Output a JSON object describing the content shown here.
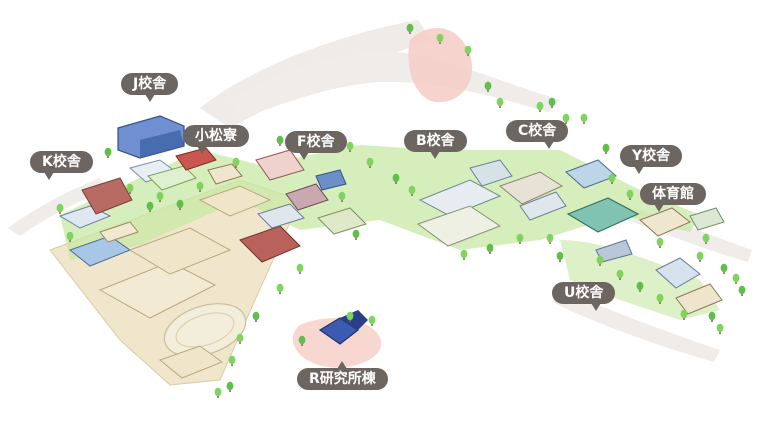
{
  "map": {
    "labels": {
      "j_campus": "J校舎",
      "komatsu_dorm": "小松寮",
      "k_campus": "K校舎",
      "f_campus": "F校舎",
      "b_campus": "B校舎",
      "c_campus": "C校舎",
      "y_campus": "Y校舎",
      "gymnasium": "体育館",
      "u_campus": "U校舎",
      "r_research": "R研究所棟"
    },
    "colors": {
      "label_bg": "#6d6560",
      "label_text": "#ffffff",
      "ground": "#efe8d2",
      "grass": "#bfe39a",
      "path": "#ece9e6",
      "building_blue": "#4a6fb0",
      "building_red": "#b55a55",
      "pink_area": "#f5c8c0"
    }
  }
}
